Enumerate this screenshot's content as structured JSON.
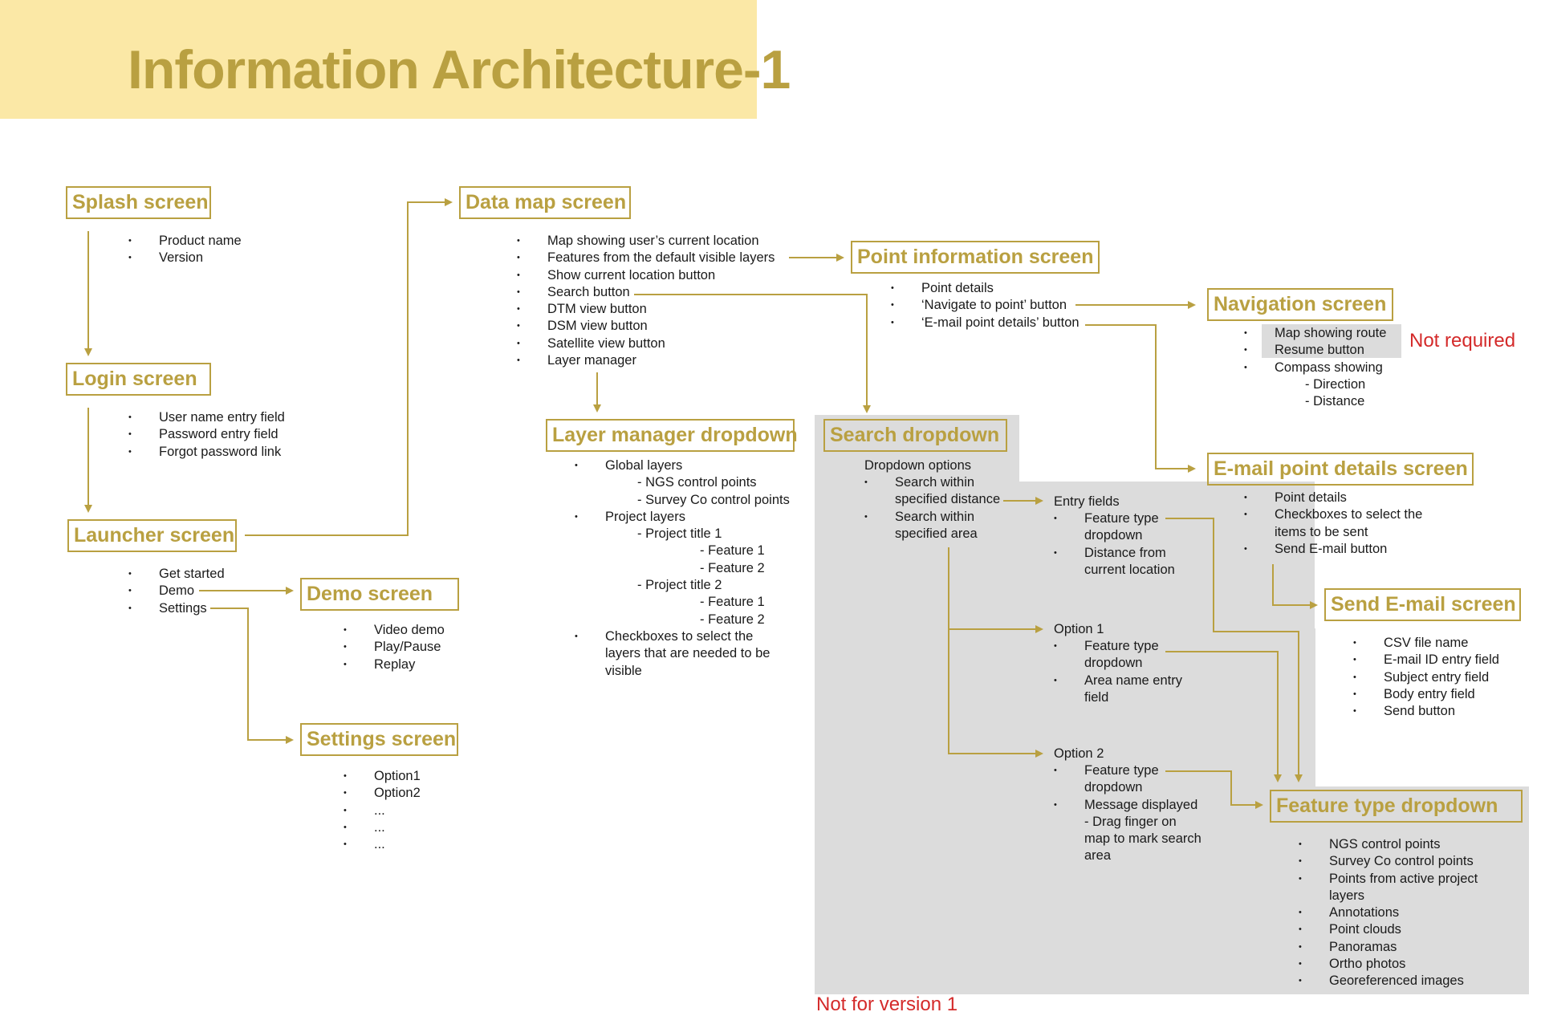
{
  "title": "Information Architecture-1",
  "accent_color": "#b9a041",
  "banner_color": "#fbe8a6",
  "notes": {
    "not_required": "Not required",
    "not_for_v1": "Not for version 1"
  },
  "nodes": {
    "splash": {
      "label": "Splash screen",
      "items": [
        {
          "t": "Product name",
          "b": true
        },
        {
          "t": "Version",
          "b": true
        }
      ]
    },
    "login": {
      "label": "Login screen",
      "items": [
        {
          "t": "User name entry field",
          "b": true
        },
        {
          "t": "Password entry field",
          "b": true
        },
        {
          "t": "Forgot password link",
          "b": true
        }
      ]
    },
    "launcher": {
      "label": "Launcher screen",
      "items": [
        {
          "t": "Get started",
          "b": true
        },
        {
          "t": "Demo",
          "b": true
        },
        {
          "t": "Settings",
          "b": true
        }
      ]
    },
    "demo": {
      "label": "Demo screen",
      "items": [
        {
          "t": "Video demo",
          "b": true
        },
        {
          "t": "Play/Pause",
          "b": true
        },
        {
          "t": "Replay",
          "b": true
        }
      ]
    },
    "settings": {
      "label": "Settings screen",
      "items": [
        {
          "t": "Option1",
          "b": true
        },
        {
          "t": "Option2",
          "b": true
        },
        {
          "t": "...",
          "b": true
        },
        {
          "t": "...",
          "b": true
        },
        {
          "t": "...",
          "b": true
        }
      ]
    },
    "datamap": {
      "label": "Data map screen",
      "items": [
        {
          "t": "Map showing user’s current location",
          "b": true
        },
        {
          "t": "Features from the default visible layers",
          "b": true
        },
        {
          "t": "Show current location button",
          "b": true
        },
        {
          "t": "Search button",
          "b": true
        },
        {
          "t": "DTM view button",
          "b": true
        },
        {
          "t": "DSM view button",
          "b": true
        },
        {
          "t": "Satellite view button",
          "b": true
        },
        {
          "t": "Layer manager",
          "b": true
        }
      ]
    },
    "layermgr": {
      "label": "Layer manager dropdown",
      "items": [
        {
          "t": "Global layers",
          "b": true
        },
        {
          "t": "- NGS control points",
          "b": false,
          "i": 40
        },
        {
          "t": "- Survey Co control points",
          "b": false,
          "i": 40
        },
        {
          "t": "Project layers",
          "b": true
        },
        {
          "t": "- Project title 1",
          "b": false,
          "i": 40
        },
        {
          "t": "- Feature 1",
          "b": false,
          "i": 118
        },
        {
          "t": "- Feature 2",
          "b": false,
          "i": 118
        },
        {
          "t": "- Project title 2",
          "b": false,
          "i": 40
        },
        {
          "t": "- Feature 1",
          "b": false,
          "i": 118
        },
        {
          "t": "- Feature 2",
          "b": false,
          "i": 118
        },
        {
          "t": "Checkboxes to select the",
          "b": true
        },
        {
          "t": "layers that are needed to be",
          "b": false
        },
        {
          "t": "visible",
          "b": false
        }
      ]
    },
    "pointinfo": {
      "label": "Point information screen",
      "items": [
        {
          "t": "Point details",
          "b": true
        },
        {
          "t": "‘Navigate to point’ button",
          "b": true
        },
        {
          "t": "‘E-mail point details’ button",
          "b": true
        }
      ]
    },
    "navigation": {
      "label": "Navigation screen",
      "items": [
        {
          "t": "Map showing route",
          "b": true
        },
        {
          "t": "Resume button",
          "b": true
        },
        {
          "t": "Compass showing",
          "b": true
        },
        {
          "t": "- Direction",
          "b": false,
          "i": 38
        },
        {
          "t": "- Distance",
          "b": false,
          "i": 38
        }
      ]
    },
    "emailpoint": {
      "label": "E-mail point details screen",
      "items": [
        {
          "t": "Point details",
          "b": true
        },
        {
          "t": "Checkboxes to select the",
          "b": true
        },
        {
          "t": "items to be sent",
          "b": false
        },
        {
          "t": "Send E-mail button",
          "b": true
        }
      ]
    },
    "sendemail": {
      "label": "Send E-mail screen",
      "items": [
        {
          "t": "CSV file name",
          "b": true
        },
        {
          "t": "E-mail ID entry field",
          "b": true
        },
        {
          "t": "Subject entry field",
          "b": true
        },
        {
          "t": "Body entry field",
          "b": true
        },
        {
          "t": "Send button",
          "b": true
        }
      ]
    },
    "search": {
      "label": "Search dropdown",
      "heading": "Dropdown options",
      "items": [
        {
          "t": "Search within",
          "b": true
        },
        {
          "t": "specified distance",
          "b": false
        },
        {
          "t": "Search within",
          "b": true
        },
        {
          "t": "specified area",
          "b": false
        }
      ]
    },
    "entry": {
      "heading": "Entry fields",
      "items": [
        {
          "t": "Feature type",
          "b": true
        },
        {
          "t": "dropdown",
          "b": false
        },
        {
          "t": "Distance from",
          "b": true
        },
        {
          "t": "current location",
          "b": false
        }
      ]
    },
    "option1": {
      "heading": "Option 1",
      "items": [
        {
          "t": "Feature type",
          "b": true
        },
        {
          "t": "dropdown",
          "b": false
        },
        {
          "t": "Area name entry",
          "b": true
        },
        {
          "t": "field",
          "b": false
        }
      ]
    },
    "option2": {
      "heading": "Option 2",
      "items": [
        {
          "t": "Feature type",
          "b": true
        },
        {
          "t": "dropdown",
          "b": false
        },
        {
          "t": "Message displayed",
          "b": true
        },
        {
          "t": "- Drag finger on",
          "b": false
        },
        {
          "t": "map to mark search",
          "b": false
        },
        {
          "t": "area",
          "b": false
        }
      ]
    },
    "featuretype": {
      "label": "Feature type dropdown",
      "items": [
        {
          "t": "NGS control points",
          "b": true
        },
        {
          "t": "Survey Co control points",
          "b": true
        },
        {
          "t": "Points from active project",
          "b": true
        },
        {
          "t": "layers",
          "b": false
        },
        {
          "t": "Annotations",
          "b": true
        },
        {
          "t": "Point clouds",
          "b": true
        },
        {
          "t": "Panoramas",
          "b": true
        },
        {
          "t": "Ortho photos",
          "b": true
        },
        {
          "t": "Georeferenced images",
          "b": true
        }
      ]
    }
  }
}
